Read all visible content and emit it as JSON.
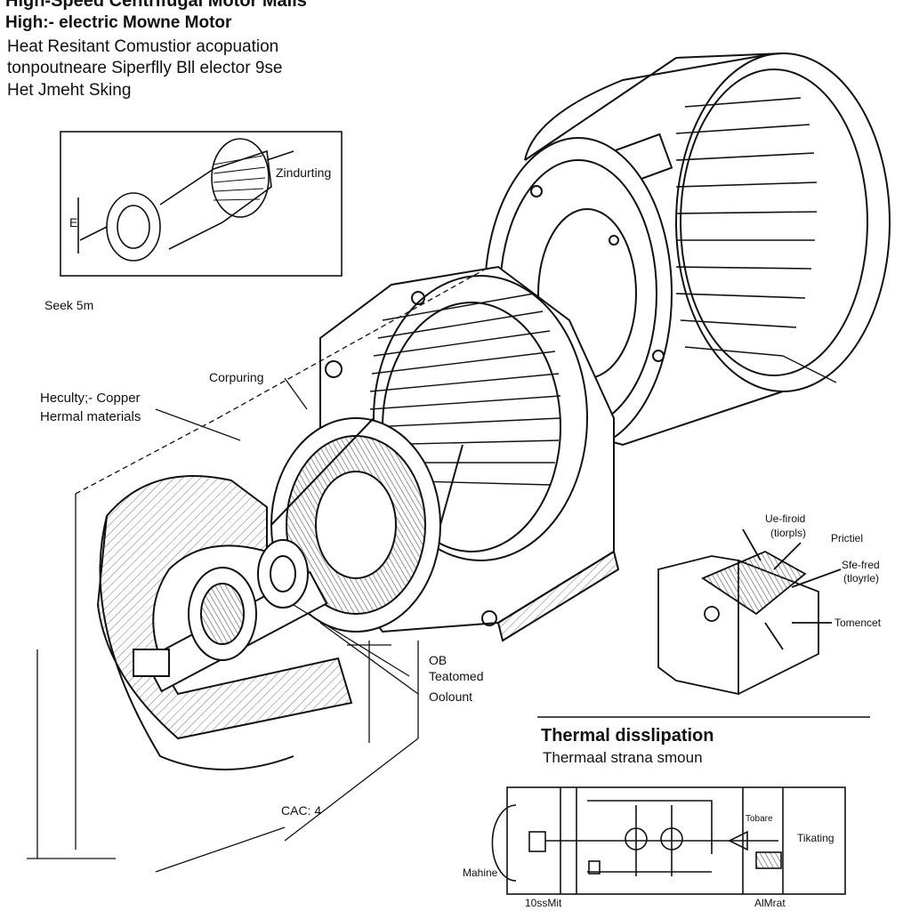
{
  "title": {
    "line1": "High-Speed Centrifugal Motor Mails",
    "line2": "High:- electric Mowne Motor"
  },
  "subtitle": {
    "line1": "Heat Resitant Comustior acopuation",
    "line2": "tonpoutneare Siperflly  Bll elector 9se",
    "line3": "Het Jmeht Sking"
  },
  "inset": {
    "label_zindurting": "Zindurting",
    "label_e": "E",
    "caption": "Seek  5m"
  },
  "callouts": {
    "corpuring": "Corpuring",
    "copper_line1": "Heculty;- Copper",
    "copper_line2": "Hermal materials",
    "ob": "OB",
    "teatomed": "Teatomed",
    "oolount": "Oolount",
    "cac": "CAC: 4"
  },
  "terminal": {
    "label_firoid": "Ue-firoid",
    "label_firoid_sub": "(tiorpls)",
    "label_prictiel": "Prictiel",
    "label_sfe": "Sfe-fred",
    "label_sfe_sub": "(tloyrle)",
    "label_tomencet": "Tomencet"
  },
  "thermal": {
    "heading": "Thermal disslipation",
    "subheading": "Thermaal strana smoun",
    "label_tobare": "Tobare",
    "label_tikating": "Tikating",
    "label_mahine": "Mahine",
    "label_bottom_left": "10ssMit",
    "label_bottom_right": "AlMrat"
  },
  "colors": {
    "ink": "#111111",
    "hatch": "#777777",
    "paper": "#ffffff"
  }
}
